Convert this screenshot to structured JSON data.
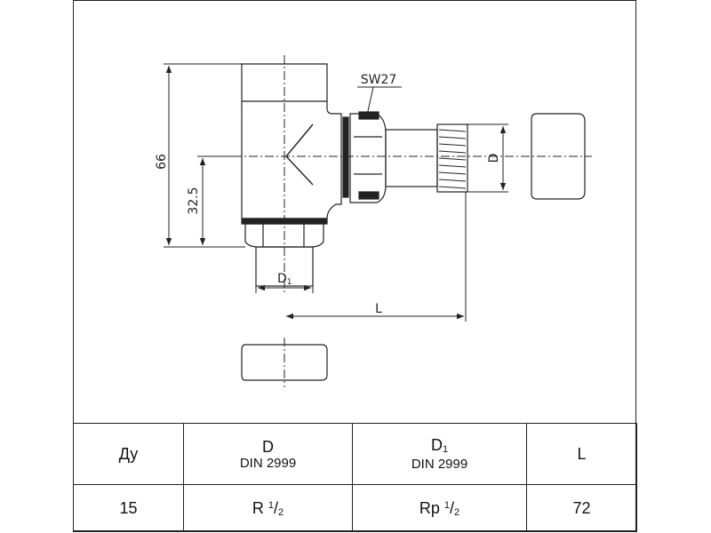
{
  "drawing": {
    "dim_height_total": "66",
    "dim_height_axis": "32.5",
    "wrench_size": "SW27",
    "label_d": "D",
    "label_d1": "D",
    "label_d1_sub": "1",
    "label_l": "L"
  },
  "table": {
    "header": {
      "dn": "Ду",
      "d_main": "D",
      "d_sub": "DIN 2999",
      "d1_main": "D",
      "d1_index": "1",
      "d1_sub": "DIN 2999",
      "l": "L"
    },
    "row": {
      "dn": "15",
      "d_prefix": "R",
      "d_frac_num": "1",
      "d_frac_den": "2",
      "d1_prefix": "Rp",
      "d1_frac_num": "1",
      "d1_frac_den": "2",
      "l": "72"
    }
  }
}
